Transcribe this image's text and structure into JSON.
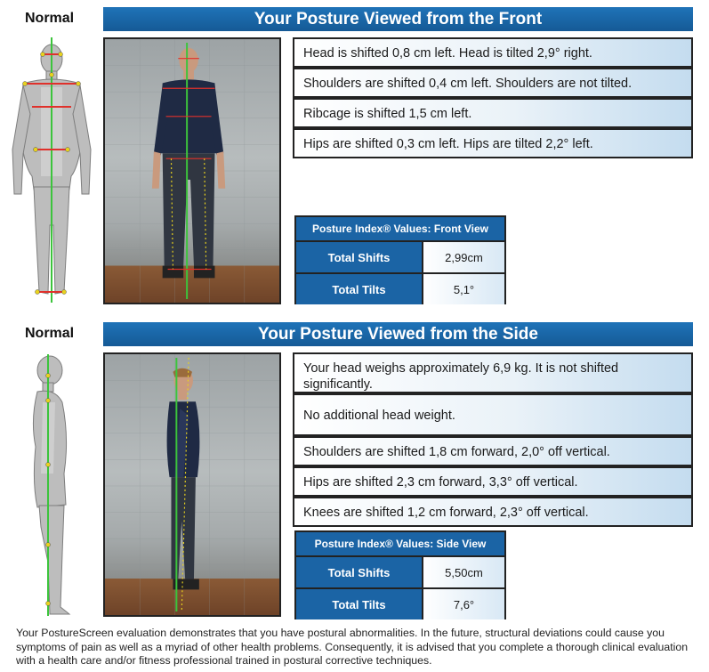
{
  "front": {
    "normal_label": "Normal",
    "title": "Your Posture Viewed from the Front",
    "findings": [
      "Head is shifted 0,8 cm left. Head is tilted 2,9° right.",
      "Shoulders are shifted 0,4 cm left. Shoulders are not tilted.",
      "Ribcage is shifted 1,5 cm left.",
      "Hips are shifted 0,3 cm left. Hips are tilted 2,2° left."
    ],
    "index": {
      "title": "Posture Index® Values: Front View",
      "shifts_label": "Total Shifts",
      "shifts_value": "2,99cm",
      "tilts_label": "Total Tilts",
      "tilts_value": "5,1°"
    }
  },
  "side": {
    "normal_label": "Normal",
    "title": "Your Posture Viewed from the Side",
    "findings": [
      "Your head weighs approximately 6,9 kg. It is not shifted significantly.",
      "No additional head weight.",
      "Shoulders are shifted 1,8 cm forward, 2,0° off vertical.",
      "Hips are shifted 2,3 cm forward, 3,3° off vertical.",
      "Knees are shifted 1,2 cm forward, 2,3° off vertical."
    ],
    "index": {
      "title": "Posture Index® Values: Side View",
      "shifts_label": "Total Shifts",
      "shifts_value": "5,50cm",
      "tilts_label": "Total Tilts",
      "tilts_value": "7,6°"
    }
  },
  "footer": "Your PostureScreen evaluation demonstrates that you have postural abnormalities. In the future, structural deviations could cause you symptoms of pain as well as a myriad of other health problems. Consequently, it is advised that you complete a thorough clinical evaluation with a health care and/or fitness professional trained in postural corrective techniques.",
  "colors": {
    "banner": "#1b64a5",
    "plumb_line": "#3cc43c",
    "marker": "#e0312b",
    "landmark": "#e8d21e"
  },
  "icons": [
    "front-body-diagram-icon",
    "side-body-diagram-icon"
  ]
}
